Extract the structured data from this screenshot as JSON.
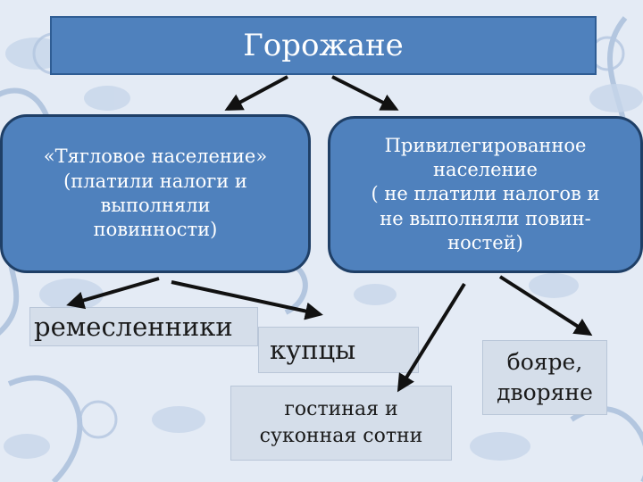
{
  "title": "Горожане",
  "groups": {
    "left": {
      "lines": [
        "«Тягловое население»",
        "(платили налоги и",
        "выполняли",
        "повинности)"
      ]
    },
    "right": {
      "lines": [
        "Привилегированное",
        "население",
        "( не платили налогов и",
        "не выполняли повин-",
        "ностей)"
      ]
    }
  },
  "leaves": {
    "craftsmen": "ремесленники",
    "merchants": "купцы",
    "sotni": [
      "гостиная и",
      "суконная сотни"
    ],
    "nobles": [
      "бояре,",
      "дворяне"
    ]
  },
  "colors": {
    "box_fill": "#4f81bd",
    "box_border": "#1f3f66",
    "leaf_fill": "#d5deea",
    "arrow": "#111111"
  }
}
